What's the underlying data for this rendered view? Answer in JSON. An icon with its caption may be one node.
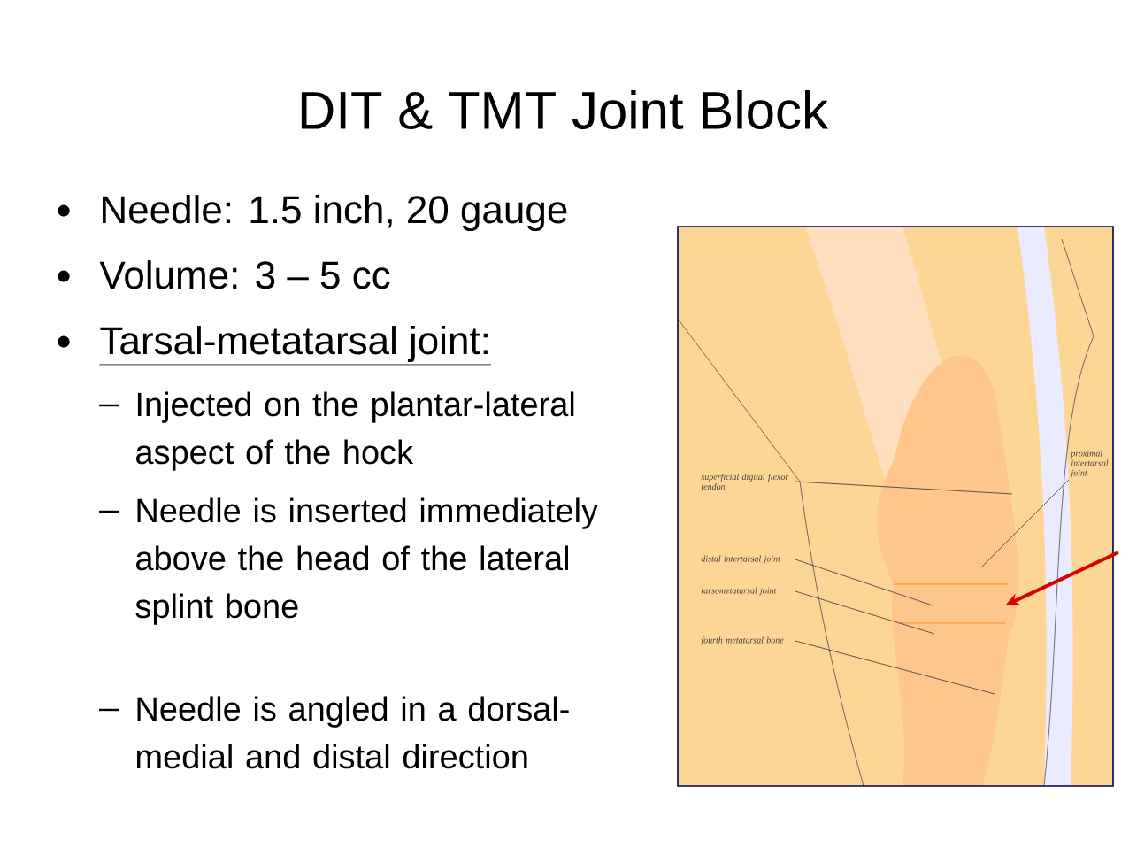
{
  "diagram": {
    "title": "DIT & TMT Joint Block",
    "nodes": [
      {
        "text": [
          "superficial digital flexor tendon"
        ]
      },
      {
        "text": [
          "proximal intertarsal joint"
        ]
      },
      {
        "text": [
          "distal intertarsal joint"
        ]
      },
      {
        "text": [
          "tarsometatarsal joint"
        ]
      },
      {
        "text": [
          "fourth metatarsal bone"
        ]
      }
    ],
    "edges": [
      {
        "from": 0,
        "to": null,
        "arrow": "none"
      },
      {
        "from": 1,
        "to": null,
        "arrow": "none"
      },
      {
        "from": 2,
        "to": null,
        "arrow": "none"
      },
      {
        "from": 3,
        "to": null,
        "arrow": "none"
      },
      {
        "from": 4,
        "to": null,
        "arrow": "none"
      }
    ],
    "labels": [
      "Needle: 1.5 inch, 20 gauge",
      "Volume: 3 – 5 cc",
      "Tarsal-metatarsal joint:",
      "Injected on the plantar-lateral aspect of the hock",
      "Needle is inserted immediately above the head of the lateral splint bone",
      "Needle is angled in a dorsal-medial and distal direction"
    ]
  }
}
